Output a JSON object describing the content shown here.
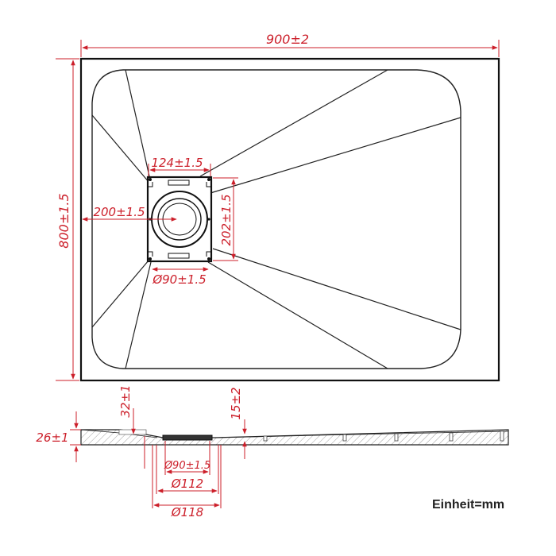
{
  "colors": {
    "dimension": "#cc1f2a",
    "outline": "#222222",
    "background": "#ffffff"
  },
  "top_view": {
    "dim_width": "900±2",
    "dim_height": "800±1.5",
    "dim_drain_offset": "200±1.5",
    "dim_drain_box_width": "124±1.5",
    "dim_drain_box_height": "202±1.5",
    "dim_drain_diameter": "Ø90±1.5"
  },
  "side_view": {
    "dim_thickness": "26±1",
    "dim_drain_depth": "32±1",
    "dim_edge_height": "15±2",
    "dim_drain_d90": "Ø90±1.5",
    "dim_drain_d112": "Ø112",
    "dim_drain_d118": "Ø118"
  },
  "unit_label": "Einheit=mm"
}
